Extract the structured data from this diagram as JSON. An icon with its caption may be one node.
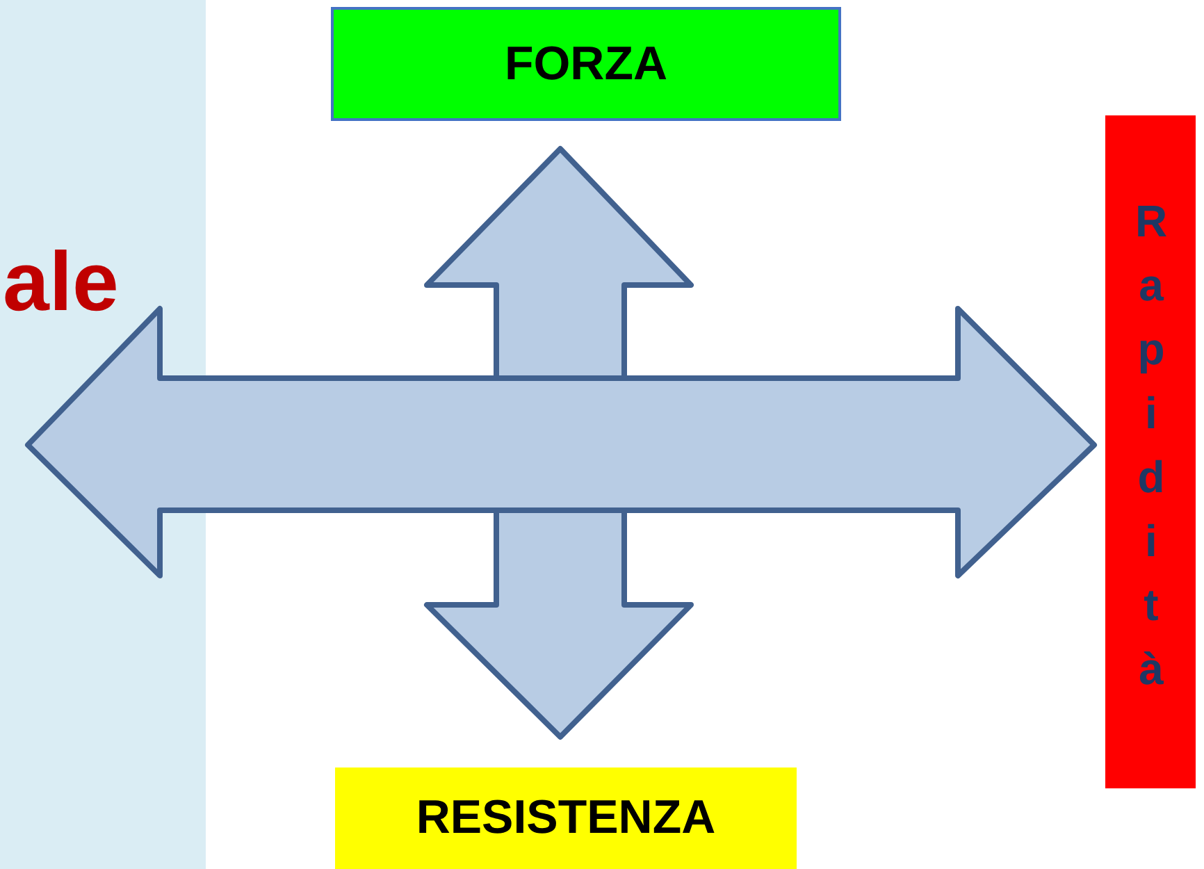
{
  "diagram": {
    "nodes": [
      {
        "text": [
          "FORZA"
        ]
      },
      {
        "text": [
          "Rapidità"
        ]
      },
      {
        "text": [
          "RESISTENZA"
        ]
      }
    ],
    "edges": [
      {
        "from": 0,
        "to": 2,
        "arrow": "both"
      },
      {
        "from": null,
        "to": 1,
        "arrow": "both"
      }
    ],
    "labels": [
      "ale"
    ]
  }
}
